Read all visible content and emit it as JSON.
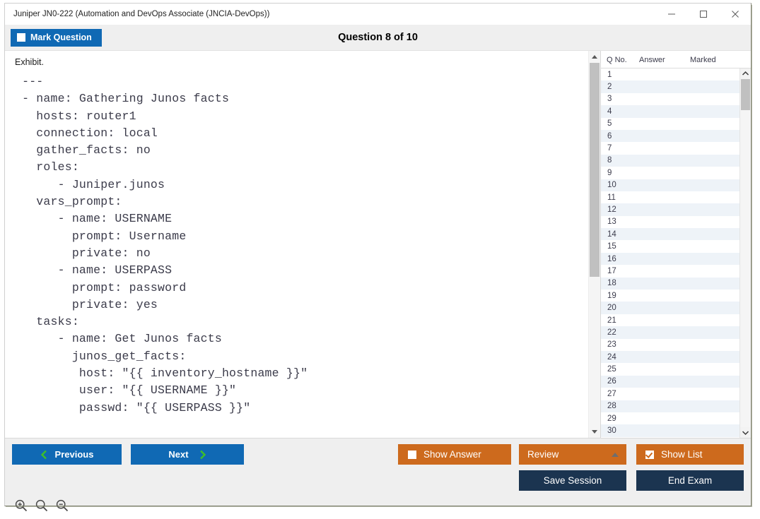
{
  "window": {
    "title": "Juniper JN0-222 (Automation and DevOps Associate (JNCIA-DevOps))",
    "minimize_label": "Minimize",
    "maximize_label": "Maximize",
    "close_label": "Close"
  },
  "header": {
    "mark_question_label": "Mark Question",
    "mark_question_checked": false,
    "question_title": "Question 8 of 10"
  },
  "exhibit": {
    "label": "Exhibit.",
    "code": " ---\n - name: Gathering Junos facts\n   hosts: router1\n   connection: local\n   gather_facts: no\n   roles:\n      - Juniper.junos\n   vars_prompt:\n      - name: USERNAME\n        prompt: Username\n        private: no\n      - name: USERPASS\n        prompt: password\n        private: yes\n   tasks:\n      - name: Get Junos facts\n        junos_get_facts:\n         host: \"{{ inventory_hostname }}\"\n         user: \"{{ USERNAME }}\"\n         passwd: \"{{ USERPASS }}\""
  },
  "question_list": {
    "columns": [
      "Q No.",
      "Answer",
      "Marked"
    ],
    "rows": [
      {
        "q": "1",
        "answer": "",
        "marked": ""
      },
      {
        "q": "2",
        "answer": "",
        "marked": ""
      },
      {
        "q": "3",
        "answer": "",
        "marked": ""
      },
      {
        "q": "4",
        "answer": "",
        "marked": ""
      },
      {
        "q": "5",
        "answer": "",
        "marked": ""
      },
      {
        "q": "6",
        "answer": "",
        "marked": ""
      },
      {
        "q": "7",
        "answer": "",
        "marked": ""
      },
      {
        "q": "8",
        "answer": "",
        "marked": ""
      },
      {
        "q": "9",
        "answer": "",
        "marked": ""
      },
      {
        "q": "10",
        "answer": "",
        "marked": ""
      },
      {
        "q": "11",
        "answer": "",
        "marked": ""
      },
      {
        "q": "12",
        "answer": "",
        "marked": ""
      },
      {
        "q": "13",
        "answer": "",
        "marked": ""
      },
      {
        "q": "14",
        "answer": "",
        "marked": ""
      },
      {
        "q": "15",
        "answer": "",
        "marked": ""
      },
      {
        "q": "16",
        "answer": "",
        "marked": ""
      },
      {
        "q": "17",
        "answer": "",
        "marked": ""
      },
      {
        "q": "18",
        "answer": "",
        "marked": ""
      },
      {
        "q": "19",
        "answer": "",
        "marked": ""
      },
      {
        "q": "20",
        "answer": "",
        "marked": ""
      },
      {
        "q": "21",
        "answer": "",
        "marked": ""
      },
      {
        "q": "22",
        "answer": "",
        "marked": ""
      },
      {
        "q": "23",
        "answer": "",
        "marked": ""
      },
      {
        "q": "24",
        "answer": "",
        "marked": ""
      },
      {
        "q": "25",
        "answer": "",
        "marked": ""
      },
      {
        "q": "26",
        "answer": "",
        "marked": ""
      },
      {
        "q": "27",
        "answer": "",
        "marked": ""
      },
      {
        "q": "28",
        "answer": "",
        "marked": ""
      },
      {
        "q": "29",
        "answer": "",
        "marked": ""
      },
      {
        "q": "30",
        "answer": "",
        "marked": ""
      }
    ]
  },
  "footer": {
    "previous_label": "Previous",
    "next_label": "Next",
    "show_answer_label": "Show Answer",
    "show_answer_checked": false,
    "review_label": "Review",
    "show_list_label": "Show List",
    "show_list_checked": true,
    "save_session_label": "Save Session",
    "end_exam_label": "End Exam",
    "zoom_in_label": "Zoom In",
    "zoom_reset_label": "Zoom Reset",
    "zoom_out_label": "Zoom Out"
  },
  "colors": {
    "blue": "#1069b4",
    "orange": "#cd6a1d",
    "navy": "#1b3450",
    "green_chevron": "#3fbf29",
    "row_alt": "#eef3f8"
  }
}
